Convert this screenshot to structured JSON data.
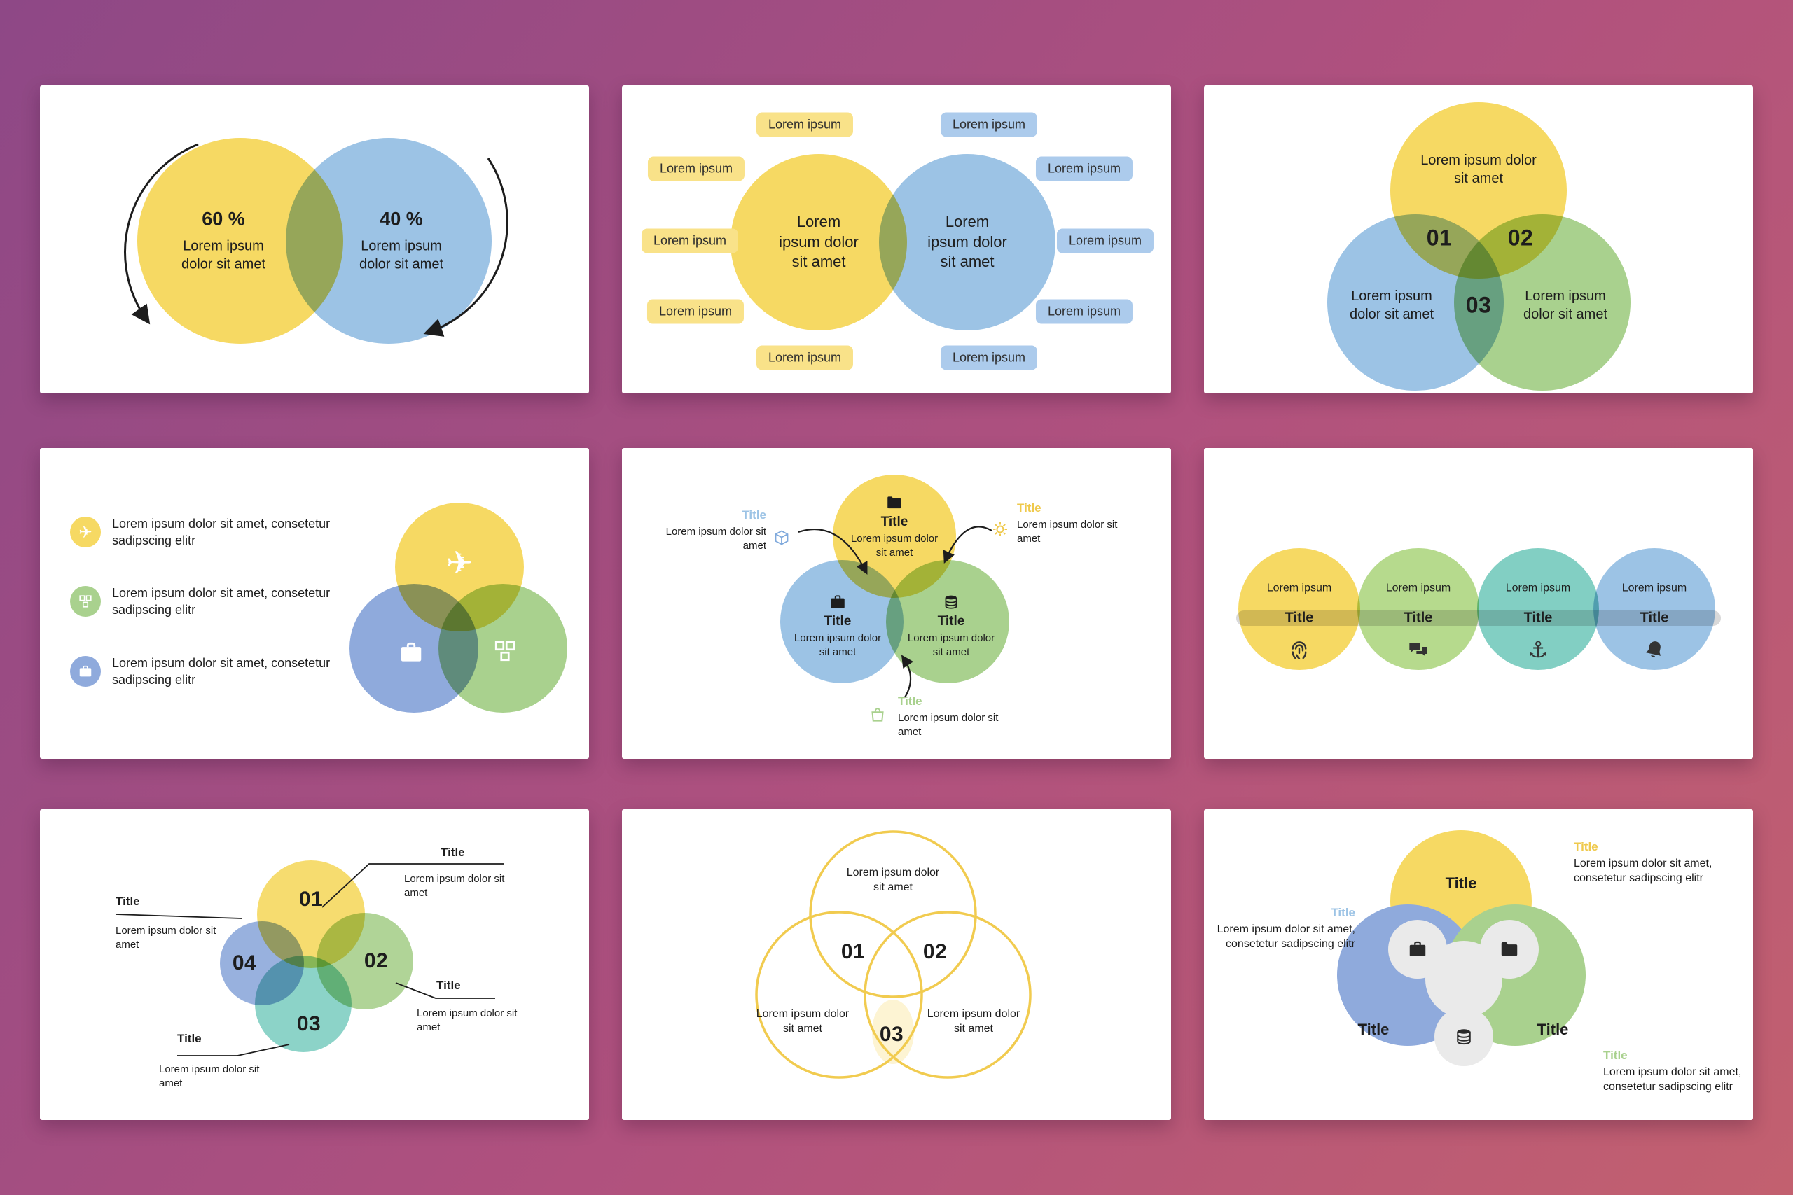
{
  "colors": {
    "bg1": "#8E4886",
    "bg2": "#B0517E",
    "bg3": "#C2606F",
    "yellow": "#F6D963",
    "yellow_light": "#F9E289",
    "blue": "#9CC3E5",
    "blue_light": "#ACCBEC",
    "green": "#A9D18E",
    "green_light": "#B6DA8D",
    "teal": "#82CFC3",
    "purple_blue": "#8FAADC",
    "gray_bar": "#D9D9D9",
    "outline_yellow": "#F1CB4F",
    "lens_fill": "#FDF4D3",
    "petal_gray": "#EAEAEA",
    "title_yellow": "#EFC94C",
    "title_blue": "#9CC3E5",
    "title_green": "#A9D18E",
    "ink": "#1D1D1D"
  },
  "icons": {
    "plane_glyph": "✈",
    "anchor_glyph": "⚓",
    "names": [
      "plane",
      "briefcase",
      "grid",
      "folder",
      "coins",
      "cube",
      "gear",
      "basket",
      "fingerprint",
      "chat",
      "anchor",
      "bell"
    ]
  },
  "slides": {
    "s1": {
      "left_value": "60 %",
      "left_text": "Lorem ipsum dolor sit amet",
      "right_value": "40 %",
      "right_text": "Lorem ipsum dolor sit amet"
    },
    "s2": {
      "left_circle": "Lorem ipsum dolor sit amet",
      "right_circle": "Lorem ipsum dolor sit amet",
      "left_labels": [
        "Lorem ipsum",
        "Lorem ipsum",
        "Lorem ipsum",
        "Lorem ipsum",
        "Lorem ipsum"
      ],
      "right_labels": [
        "Lorem ipsum",
        "Lorem ipsum",
        "Lorem ipsum",
        "Lorem ipsum",
        "Lorem ipsum"
      ]
    },
    "s3": {
      "top_text": "Lorem ipsum dolor sit amet",
      "left_text": "Lorem ipsum dolor sit amet",
      "right_text": "Lorem ipsum dolor sit amet",
      "num1": "01",
      "num2": "02",
      "num3": "03"
    },
    "s4": {
      "legend": [
        {
          "text": "Lorem ipsum dolor sit amet, consetetur sadipscing elitr"
        },
        {
          "text": "Lorem ipsum dolor sit amet, consetetur sadipscing elitr"
        },
        {
          "text": "Lorem ipsum dolor sit amet, consetetur sadipscing elitr"
        }
      ]
    },
    "s5": {
      "circles": [
        {
          "title": "Title",
          "text": "Lorem ipsum dolor sit amet"
        },
        {
          "title": "Title",
          "text": "Lorem ipsum dolor sit amet"
        },
        {
          "title": "Title",
          "text": "Lorem ipsum dolor sit amet"
        }
      ],
      "callouts": [
        {
          "title": "Title",
          "text": "Lorem ipsum dolor sit amet"
        },
        {
          "title": "Title",
          "text": "Lorem ipsum dolor sit amet"
        },
        {
          "title": "Title",
          "text": "Lorem ipsum dolor sit amet"
        }
      ]
    },
    "s6": {
      "items": [
        {
          "label": "Lorem ipsum",
          "title": "Title"
        },
        {
          "label": "Lorem ipsum",
          "title": "Title"
        },
        {
          "label": "Lorem ipsum",
          "title": "Title"
        },
        {
          "label": "Lorem ipsum",
          "title": "Title"
        }
      ]
    },
    "s7": {
      "num1": "01",
      "num2": "02",
      "num3": "03",
      "num4": "04",
      "callouts": [
        {
          "title": "Title",
          "text": "Lorem ipsum dolor sit amet"
        },
        {
          "title": "Title",
          "text": "Lorem ipsum dolor sit amet"
        },
        {
          "title": "Title",
          "text": "Lorem ipsum dolor sit amet"
        },
        {
          "title": "Title",
          "text": "Lorem ipsum dolor sit amet"
        }
      ]
    },
    "s8": {
      "top_text": "Lorem ipsum dolor sit amet",
      "left_text": "Lorem ipsum dolor sit amet",
      "right_text": "Lorem ipsum dolor sit amet",
      "num1": "01",
      "num2": "02",
      "num3": "03"
    },
    "s9": {
      "titles": [
        "Title",
        "Title",
        "Title"
      ],
      "callouts": [
        {
          "title": "Title",
          "text": "Lorem ipsum dolor sit amet, consetetur sadipscing elitr"
        },
        {
          "title": "Title",
          "text": "Lorem ipsum dolor sit amet, consetetur sadipscing elitr"
        },
        {
          "title": "Title",
          "text": "Lorem ipsum dolor sit amet, consetetur sadipscing elitr"
        }
      ]
    }
  }
}
